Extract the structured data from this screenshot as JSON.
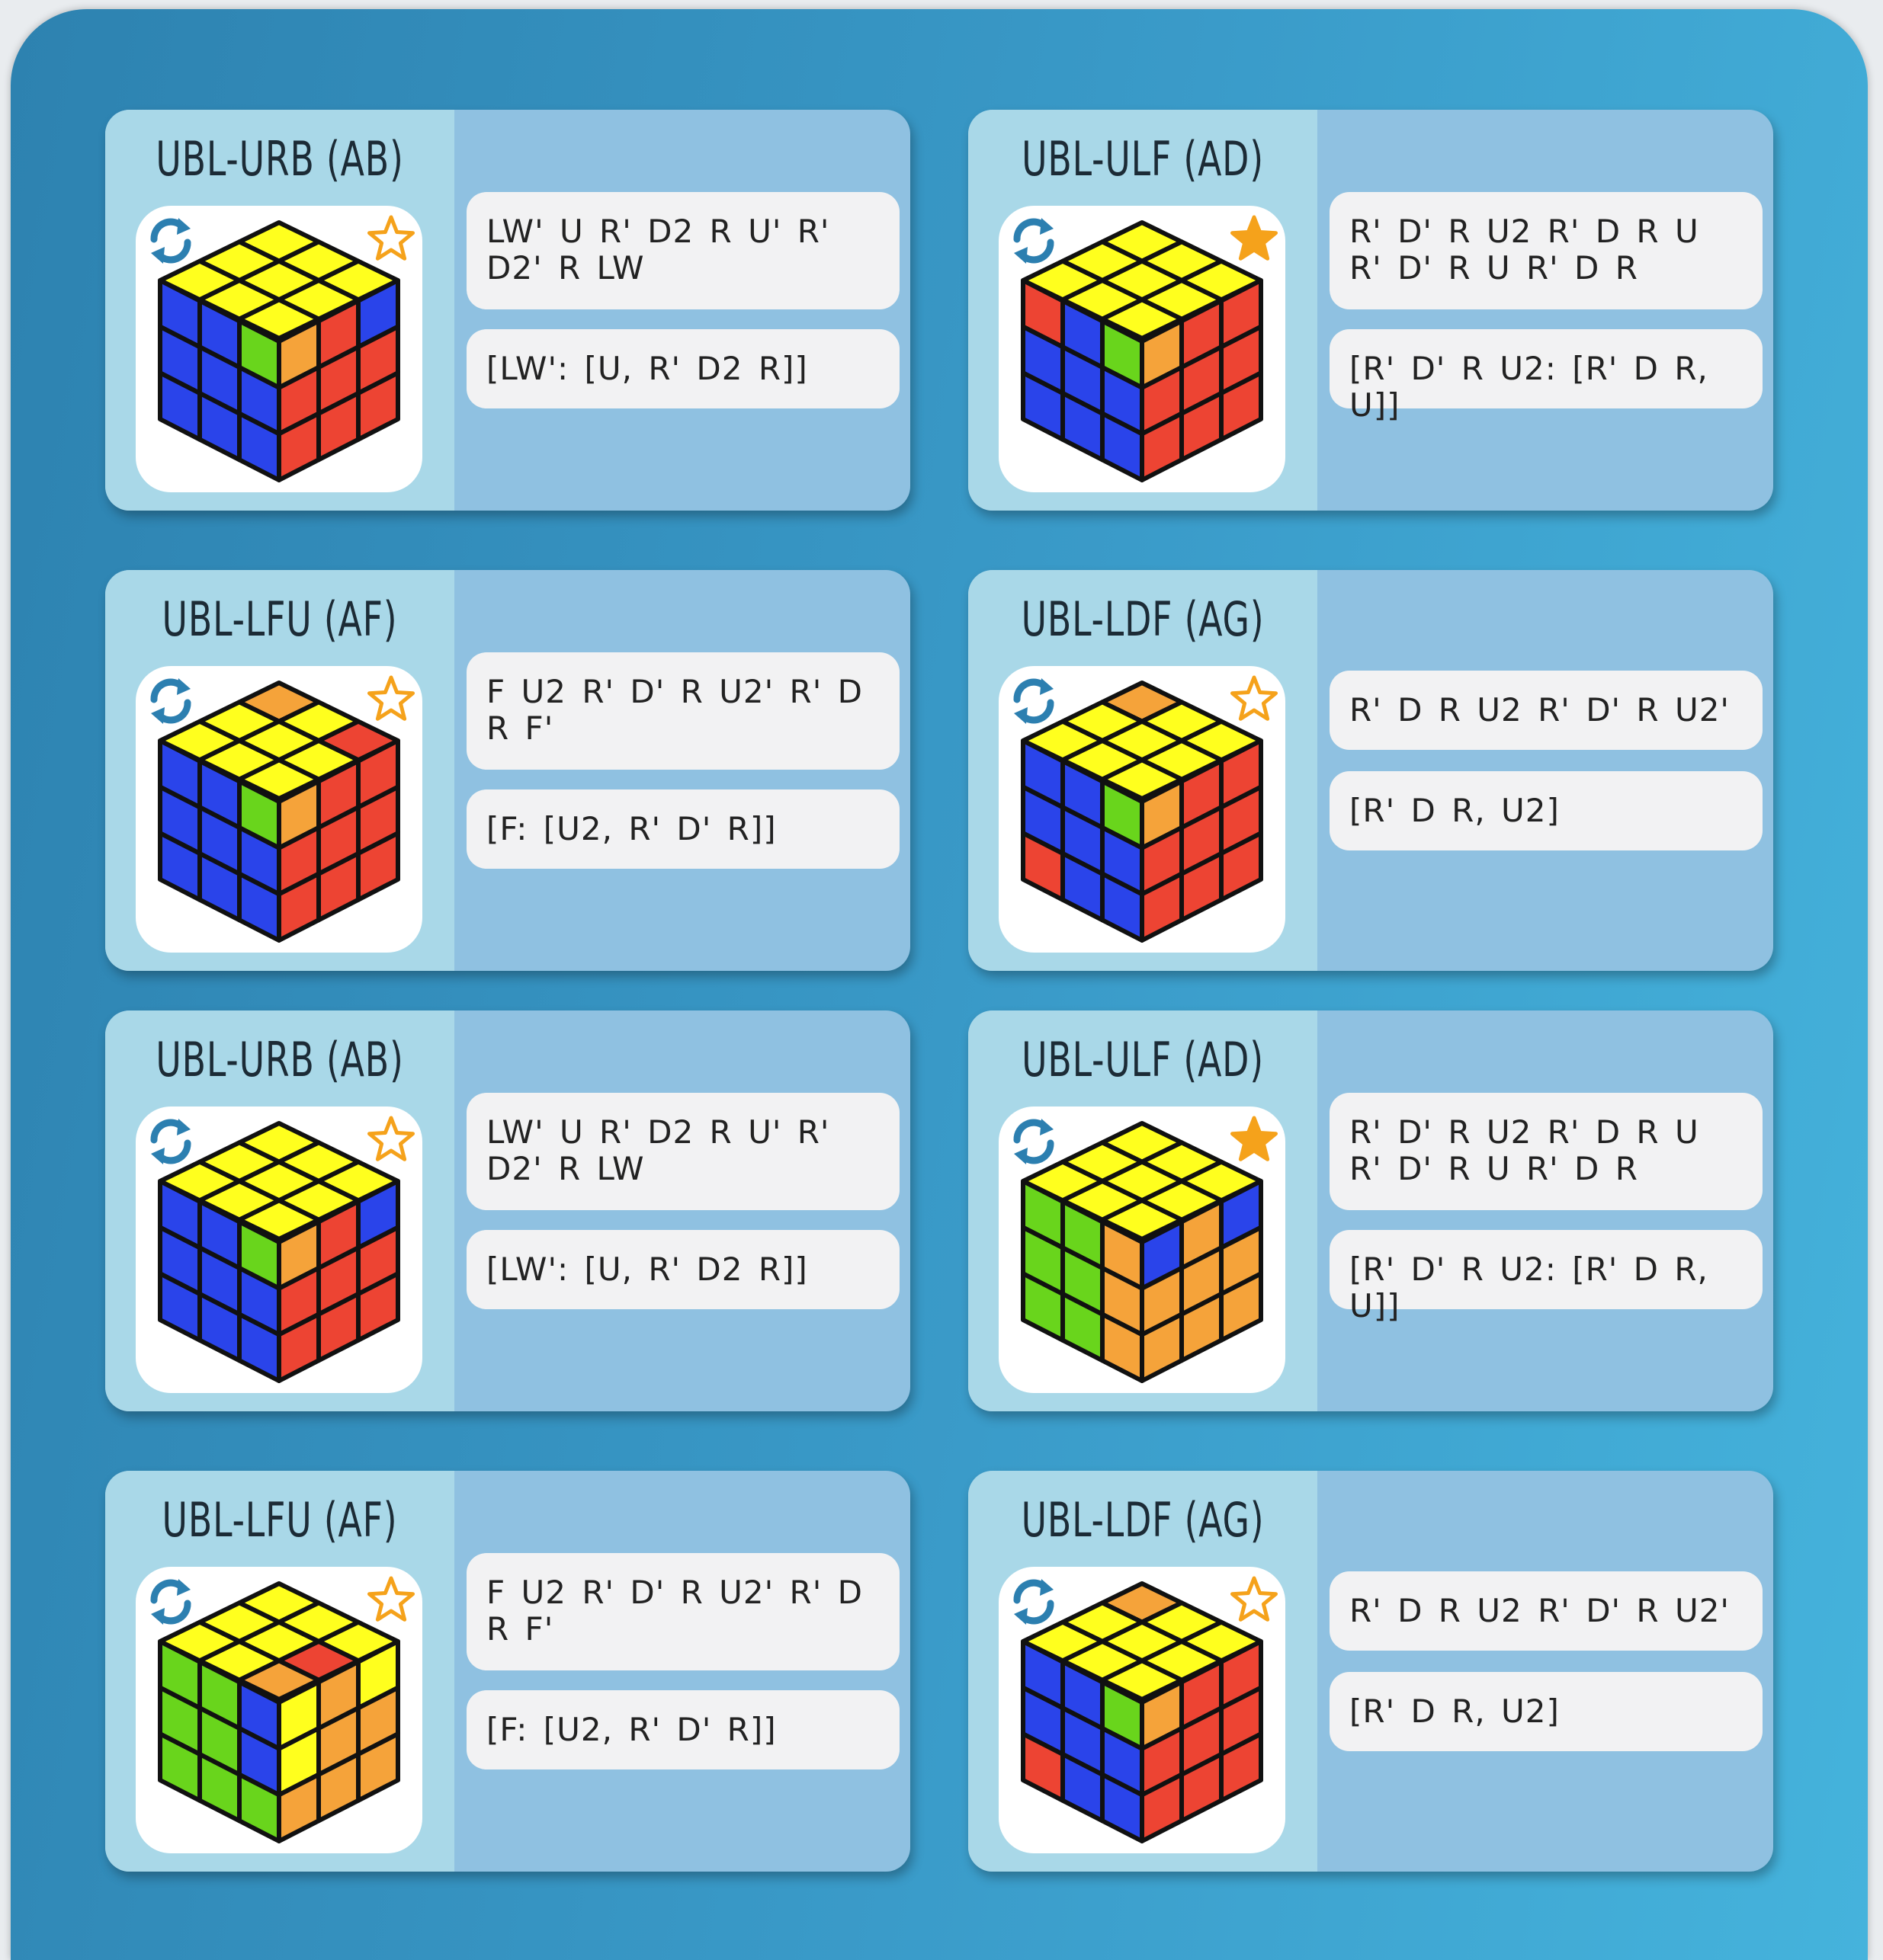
{
  "colors": {
    "U": "#ffff1e",
    "F": "#2a44ea",
    "R": "#ed4433",
    "G": "#69d51c",
    "O": "#f5a33a",
    "B": "#2a44ea",
    "star": "#f5a21b",
    "refresh": "#2c7fb0"
  },
  "cards": [
    {
      "title": "UBL-URB (AB)",
      "alg": "LW' U R' D2 R U' R' D2' R LW",
      "comm": "[LW': [U, R' D2 R]]",
      "favorite": false,
      "stickers": {
        "U": [
          "U",
          "U",
          "U",
          "U",
          "U",
          "U",
          "U",
          "U",
          "U"
        ],
        "F": [
          "B",
          "B",
          "G",
          "B",
          "B",
          "B",
          "B",
          "B",
          "B"
        ],
        "R": [
          "O",
          "R",
          "B",
          "R",
          "R",
          "R",
          "R",
          "R",
          "R"
        ]
      }
    },
    {
      "title": "UBL-ULF (AD)",
      "alg": "R' D' R U2 R' D R U R' D' R U R' D R",
      "comm": "[R' D' R U2: [R' D R, U]]",
      "favorite": true,
      "stickers": {
        "U": [
          "U",
          "U",
          "U",
          "U",
          "U",
          "U",
          "U",
          "U",
          "U"
        ],
        "F": [
          "R",
          "B",
          "G",
          "B",
          "B",
          "B",
          "B",
          "B",
          "B"
        ],
        "R": [
          "O",
          "R",
          "R",
          "R",
          "R",
          "R",
          "R",
          "R",
          "R"
        ]
      }
    },
    {
      "title": "UBL-LFU (AF)",
      "alg": "F U2 R' D' R U2' R' D R F'",
      "comm": "[F: [U2, R' D' R]]",
      "favorite": false,
      "stickers": {
        "U": [
          "O",
          "U",
          "R",
          "U",
          "U",
          "U",
          "U",
          "U",
          "U"
        ],
        "F": [
          "B",
          "B",
          "G",
          "B",
          "B",
          "B",
          "B",
          "B",
          "B"
        ],
        "R": [
          "O",
          "R",
          "R",
          "R",
          "R",
          "R",
          "R",
          "R",
          "R"
        ]
      }
    },
    {
      "title": "UBL-LDF (AG)",
      "alg": "R' D R U2 R' D' R U2'",
      "comm": "[R' D R, U2]",
      "favorite": false,
      "stickers": {
        "U": [
          "O",
          "U",
          "U",
          "U",
          "U",
          "U",
          "U",
          "U",
          "U"
        ],
        "F": [
          "B",
          "B",
          "G",
          "B",
          "B",
          "B",
          "R",
          "B",
          "B"
        ],
        "R": [
          "O",
          "R",
          "R",
          "R",
          "R",
          "R",
          "R",
          "R",
          "R"
        ]
      }
    },
    {
      "title": "UBL-URB (AB)",
      "alg": "LW' U R' D2 R U' R' D2' R LW",
      "comm": "[LW': [U, R' D2 R]]",
      "favorite": false,
      "stickers": {
        "U": [
          "U",
          "U",
          "U",
          "U",
          "U",
          "U",
          "U",
          "U",
          "U"
        ],
        "F": [
          "B",
          "B",
          "G",
          "B",
          "B",
          "B",
          "B",
          "B",
          "B"
        ],
        "R": [
          "O",
          "R",
          "B",
          "R",
          "R",
          "R",
          "R",
          "R",
          "R"
        ]
      }
    },
    {
      "title": "UBL-ULF (AD)",
      "alg": "R' D' R U2 R' D R U R' D' R U R' D R",
      "comm": "[R' D' R U2: [R' D R, U]]",
      "favorite": true,
      "stickers": {
        "U": [
          "U",
          "U",
          "U",
          "U",
          "U",
          "U",
          "U",
          "U",
          "U"
        ],
        "F": [
          "G",
          "G",
          "O",
          "G",
          "G",
          "O",
          "G",
          "G",
          "O"
        ],
        "R": [
          "B",
          "O",
          "B",
          "O",
          "O",
          "O",
          "O",
          "O",
          "O"
        ]
      }
    },
    {
      "title": "UBL-LFU (AF)",
      "alg": "F U2 R' D' R U2' R' D R F'",
      "comm": "[F: [U2, R' D' R]]",
      "favorite": false,
      "stickers": {
        "U": [
          "U",
          "U",
          "U",
          "U",
          "U",
          "R",
          "U",
          "U",
          "O"
        ],
        "F": [
          "G",
          "G",
          "B",
          "G",
          "G",
          "B",
          "G",
          "G",
          "G"
        ],
        "R": [
          "U",
          "O",
          "U",
          "U",
          "O",
          "O",
          "O",
          "O",
          "O"
        ]
      }
    },
    {
      "title": "UBL-LDF (AG)",
      "alg": "R' D R U2 R' D' R U2'",
      "comm": "[R' D R, U2]",
      "favorite": false,
      "stickers": {
        "U": [
          "O",
          "U",
          "U",
          "U",
          "U",
          "U",
          "U",
          "U",
          "U"
        ],
        "F": [
          "B",
          "B",
          "G",
          "B",
          "B",
          "B",
          "R",
          "B",
          "B"
        ],
        "R": [
          "O",
          "R",
          "R",
          "R",
          "R",
          "R",
          "R",
          "R",
          "R"
        ]
      }
    }
  ]
}
